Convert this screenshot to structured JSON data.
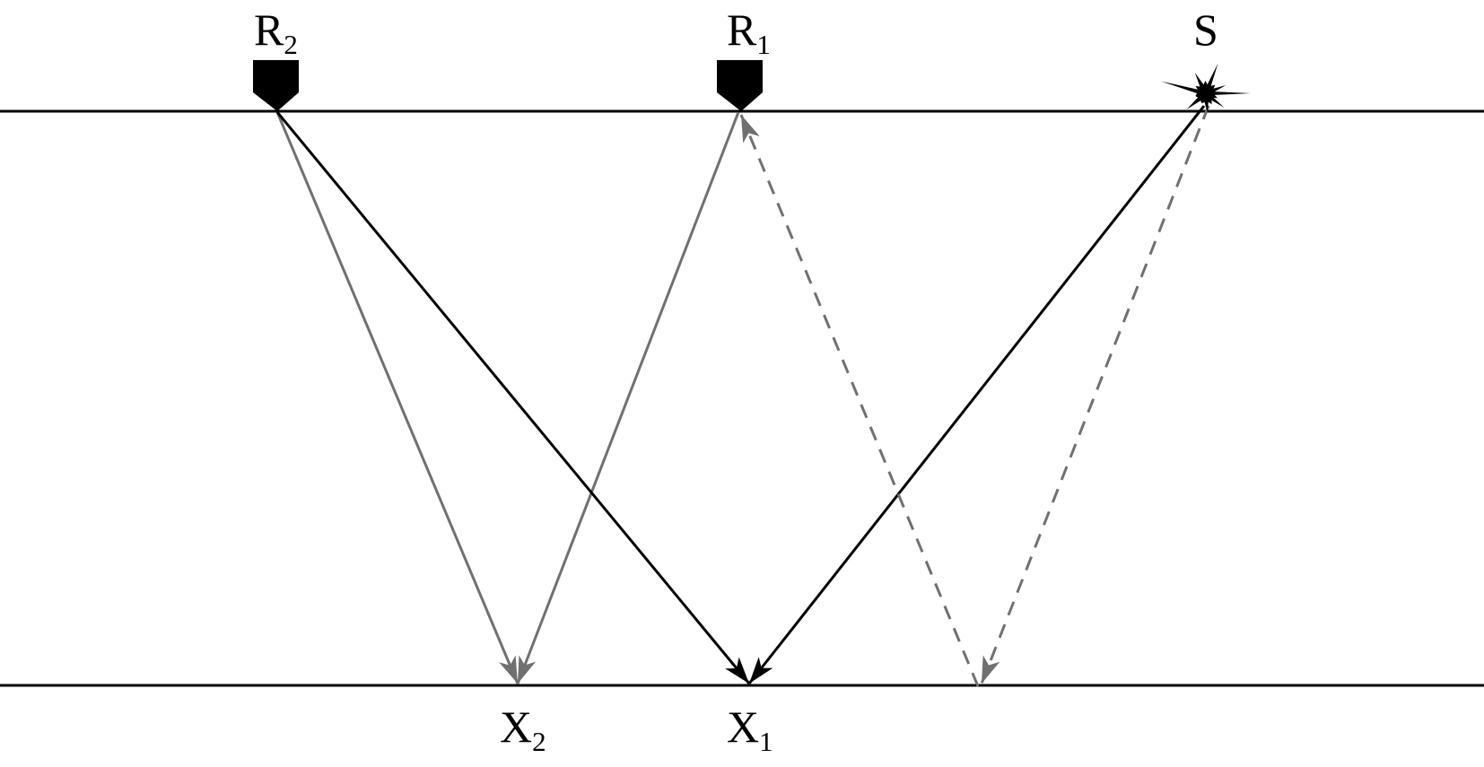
{
  "labels": {
    "r2": {
      "main": "R",
      "sub": "2"
    },
    "r1": {
      "main": "R",
      "sub": "1"
    },
    "s": {
      "main": "S"
    },
    "x2": {
      "main": "X",
      "sub": "2"
    },
    "x1": {
      "main": "X",
      "sub": "1"
    }
  },
  "colors": {
    "primary": "#000000",
    "secondary": "#707070",
    "background": "#ffffff"
  },
  "icons": {
    "receiver": "receiver-marker-icon",
    "source": "source-burst-icon",
    "arrowhead": "arrowhead-icon"
  }
}
